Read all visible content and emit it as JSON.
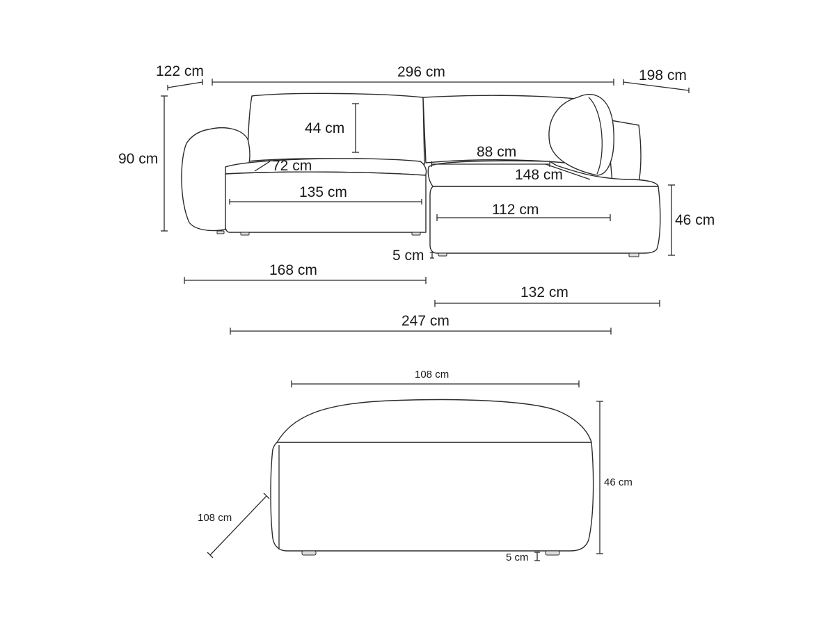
{
  "sofa": {
    "dims": {
      "arm_depth": "122 cm",
      "total_width": "296 cm",
      "chaise_depth": "198 cm",
      "height": "90 cm",
      "backrest": "44 cm",
      "seat_depth": "72 cm",
      "chaise_seat_width": "88 cm",
      "chaise_length": "148 cm",
      "seat_width": "135 cm",
      "chaise_inner_width": "112 cm",
      "seat_height": "46 cm",
      "foot_height": "5 cm",
      "main_section_width": "168 cm",
      "chaise_width": "132 cm",
      "seating_width": "247 cm"
    }
  },
  "ottoman": {
    "dims": {
      "width": "108 cm",
      "height": "46 cm",
      "depth": "108 cm",
      "foot_height": "5 cm"
    }
  }
}
